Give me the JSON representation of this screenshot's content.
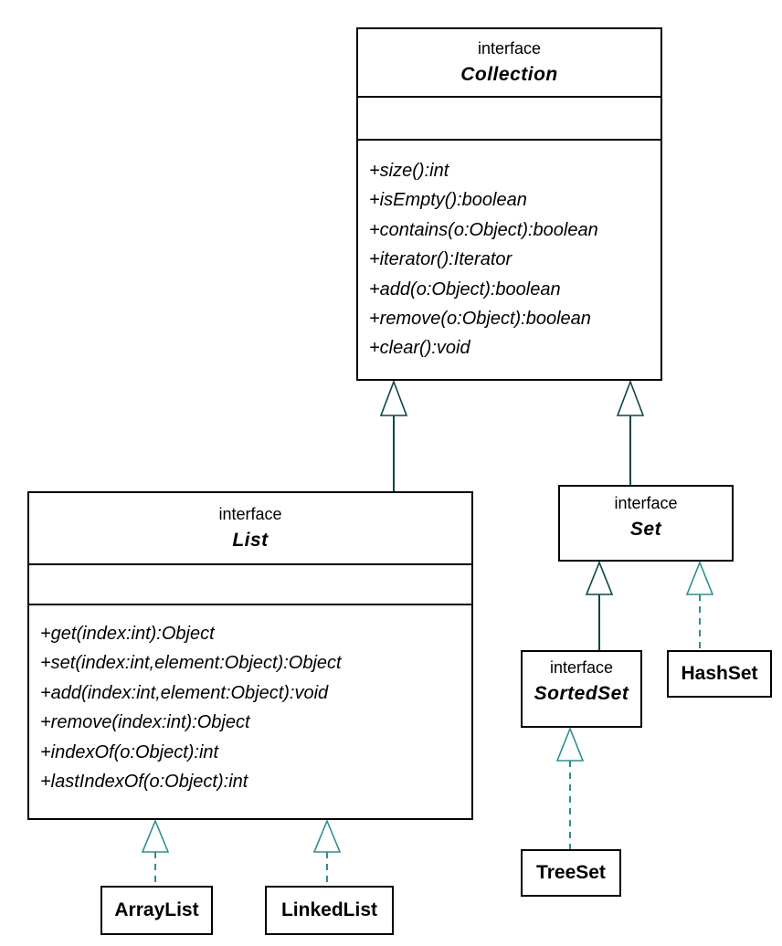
{
  "colors": {
    "background": "#ffffff",
    "box_border": "#000000",
    "text": "#000000",
    "solid_edge": "#0d4646",
    "dashed_edge": "#2e8f8f",
    "triangle_fill": "#ffffff"
  },
  "classes": {
    "collection": {
      "stereotype": "interface",
      "name": "Collection",
      "methods": [
        "+size():int",
        "+isEmpty():boolean",
        "+contains(o:Object):boolean",
        "+iterator():Iterator",
        "+add(o:Object):boolean",
        "+remove(o:Object):boolean",
        "+clear():void"
      ]
    },
    "list": {
      "stereotype": "interface",
      "name": "List",
      "methods": [
        "+get(index:int):Object",
        "+set(index:int,element:Object):Object",
        "+add(index:int,element:Object):void",
        "+remove(index:int):Object",
        "+indexOf(o:Object):int",
        "+lastIndexOf(o:Object):int"
      ]
    },
    "set": {
      "stereotype": "interface",
      "name": "Set"
    },
    "sorted_set": {
      "stereotype": "interface",
      "name": "SortedSet"
    },
    "hash_set": {
      "name": "HashSet"
    },
    "tree_set": {
      "name": "TreeSet"
    },
    "array_list": {
      "name": "ArrayList"
    },
    "linked_list": {
      "name": "LinkedList"
    }
  },
  "relationships": [
    {
      "from": "List",
      "to": "Collection",
      "type": "generalization",
      "line": "solid"
    },
    {
      "from": "Set",
      "to": "Collection",
      "type": "generalization",
      "line": "solid"
    },
    {
      "from": "SortedSet",
      "to": "Set",
      "type": "generalization",
      "line": "solid"
    },
    {
      "from": "HashSet",
      "to": "Set",
      "type": "realization",
      "line": "dashed"
    },
    {
      "from": "TreeSet",
      "to": "SortedSet",
      "type": "realization",
      "line": "dashed"
    },
    {
      "from": "ArrayList",
      "to": "List",
      "type": "realization",
      "line": "dashed"
    },
    {
      "from": "LinkedList",
      "to": "List",
      "type": "realization",
      "line": "dashed"
    }
  ]
}
